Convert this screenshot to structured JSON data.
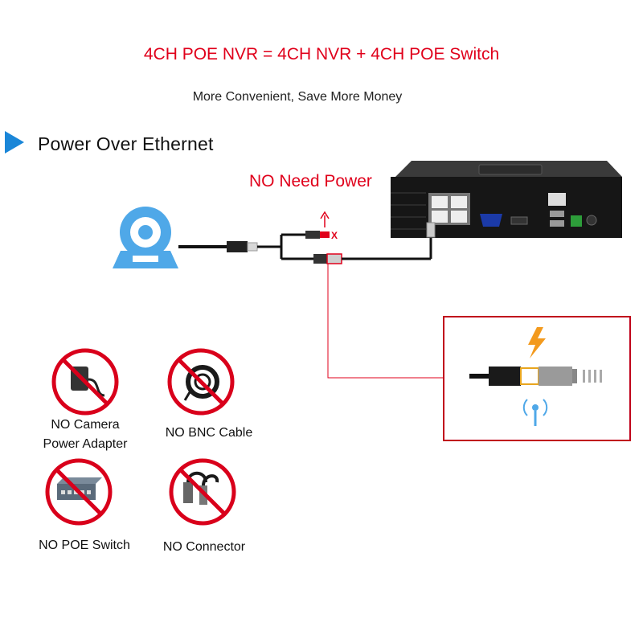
{
  "headline": "4CH POE NVR = 4CH NVR + 4CH POE Switch",
  "subline": "More Convenient, Save More Money",
  "section_title": "Power Over Ethernet",
  "no_power_label": "NO Need Power",
  "cable_cross_mark": "X",
  "badges": [
    {
      "label_line1": "NO Camera",
      "label_line2": "Power Adapter",
      "icon": "power-adapter-icon"
    },
    {
      "label_line1": "NO BNC Cable",
      "label_line2": "",
      "icon": "bnc-cable-icon"
    },
    {
      "label_line1": "NO POE Switch",
      "label_line2": "",
      "icon": "poe-switch-icon"
    },
    {
      "label_line1": "NO Connector",
      "label_line2": "",
      "icon": "bnc-connector-icon"
    }
  ],
  "colors": {
    "accent_red": "#e0001b",
    "arrow_blue": "#1a86d8",
    "camera_blue": "#4fa8e8",
    "badge_ring": "#d9001b",
    "bolt_orange": "#f39a1e"
  }
}
